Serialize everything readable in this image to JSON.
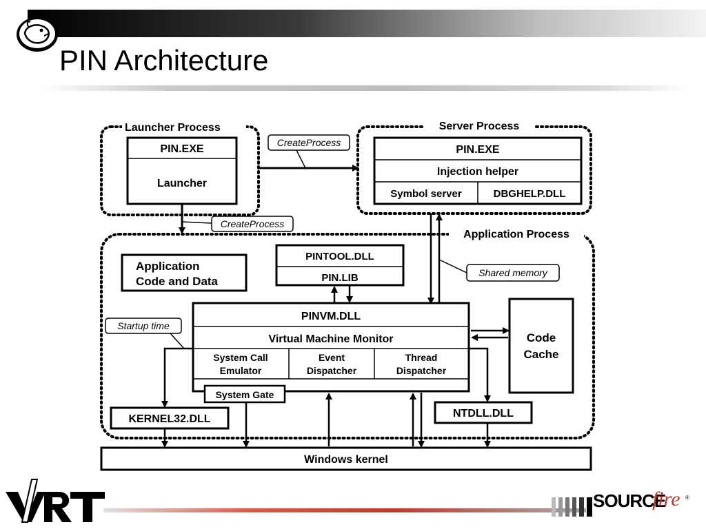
{
  "slide": {
    "title": "PIN Architecture"
  },
  "diagram": {
    "launcher_process": {
      "label": "Launcher Process",
      "exe": "PIN.EXE",
      "component": "Launcher"
    },
    "server_process": {
      "label": "Server Process",
      "exe": "PIN.EXE",
      "injection_helper": "Injection helper",
      "symbol_server": "Symbol server",
      "dbghelp": "DBGHELP.DLL"
    },
    "create_process_1": "CreateProcess",
    "create_process_2": "CreateProcess",
    "application_process": {
      "label": "Application Process",
      "app_code": "Application Code and Data",
      "app_code_line1": "Application",
      "app_code_line2": "Code and Data",
      "pintool": "PINTOOL.DLL",
      "pinlib": "PIN.LIB",
      "pinvm": "PINVM.DLL",
      "vmm": "Virtual Machine Monitor",
      "syscall_line1": "System Call",
      "syscall_line2": "Emulator",
      "event_line1": "Event",
      "event_line2": "Dispatcher",
      "thread_line1": "Thread",
      "thread_line2": "Dispatcher",
      "system_gate": "System Gate",
      "code_cache_line1": "Code",
      "code_cache_line2": "Cache",
      "kernel32": "KERNEL32.DLL",
      "ntdll": "NTDLL.DLL"
    },
    "shared_memory": "Shared memory",
    "startup_time": "Startup time",
    "windows_kernel": "Windows kernel"
  },
  "footer": {
    "vrt_logo": "VRT",
    "sourcefire_source": "SOURCE",
    "sourcefire_fire": "fire",
    "registered": "®"
  },
  "colors": {
    "accent_red": "#c0392b",
    "black": "#000000"
  }
}
